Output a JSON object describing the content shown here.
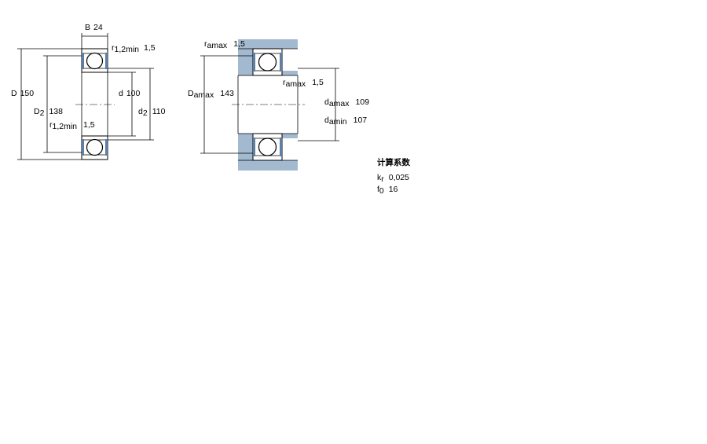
{
  "colors": {
    "shoulder": "#a3b9cf",
    "seal": "#5c7fa3",
    "line": "#000000"
  },
  "bearing": {
    "B": {
      "sym": "B",
      "val": "24"
    },
    "r12_top": {
      "sym": "r",
      "sub": "1,2min",
      "val": "1,5"
    },
    "D": {
      "sym": "D",
      "val": "150"
    },
    "D2": {
      "sym": "D",
      "sub": "2",
      "val": "138"
    },
    "r12_bottom": {
      "sym": "r",
      "sub": "1,2min",
      "val": "1,5"
    },
    "d": {
      "sym": "d",
      "val": "100"
    },
    "d2": {
      "sym": "d",
      "sub": "2",
      "val": "110"
    }
  },
  "mounting": {
    "ra_top": {
      "sym": "r",
      "sub": "amax",
      "val": "1,5"
    },
    "Da": {
      "sym": "D",
      "sub": "amax",
      "val": "143"
    },
    "ra_mid": {
      "sym": "r",
      "sub": "amax",
      "val": "1,5"
    },
    "da_max": {
      "sym": "d",
      "sub": "amax",
      "val": "109"
    },
    "da_min": {
      "sym": "d",
      "sub": "amin",
      "val": "107"
    }
  },
  "factors": {
    "title": "计算系数",
    "kr": {
      "sym": "k",
      "sub": "r",
      "val": "0,025"
    },
    "f0": {
      "sym": "f",
      "sub": "0",
      "val": "16"
    }
  }
}
